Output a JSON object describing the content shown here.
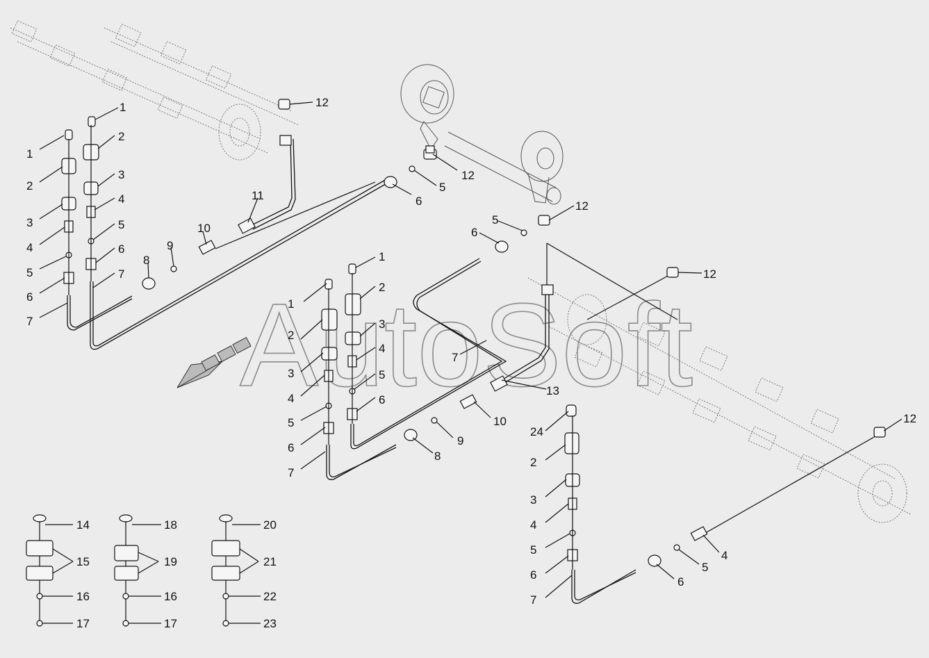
{
  "watermark": "AutoSoft",
  "callouts": [
    {
      "id": "c1",
      "text": "1"
    },
    {
      "id": "c2",
      "text": "2"
    },
    {
      "id": "c3",
      "text": "3"
    },
    {
      "id": "c4",
      "text": "4"
    },
    {
      "id": "c5",
      "text": "5"
    },
    {
      "id": "c6",
      "text": "6"
    },
    {
      "id": "c7",
      "text": "7"
    },
    {
      "id": "c8",
      "text": "1"
    },
    {
      "id": "c9",
      "text": "2"
    },
    {
      "id": "c10",
      "text": "3"
    },
    {
      "id": "c11",
      "text": "4"
    },
    {
      "id": "c12",
      "text": "5"
    },
    {
      "id": "c13",
      "text": "6"
    },
    {
      "id": "c14",
      "text": "7"
    },
    {
      "id": "c15",
      "text": "8"
    },
    {
      "id": "c16",
      "text": "9"
    },
    {
      "id": "c17",
      "text": "10"
    },
    {
      "id": "c18",
      "text": "11"
    },
    {
      "id": "c19",
      "text": "12"
    },
    {
      "id": "c20",
      "text": "6"
    },
    {
      "id": "c21",
      "text": "5"
    },
    {
      "id": "c22",
      "text": "12"
    },
    {
      "id": "c23",
      "text": "12"
    },
    {
      "id": "c24",
      "text": "5"
    },
    {
      "id": "c25",
      "text": "6"
    },
    {
      "id": "c26",
      "text": "12"
    },
    {
      "id": "c27",
      "text": "1"
    },
    {
      "id": "c28",
      "text": "2"
    },
    {
      "id": "c29",
      "text": "3"
    },
    {
      "id": "c30",
      "text": "4"
    },
    {
      "id": "c31",
      "text": "5"
    },
    {
      "id": "c32",
      "text": "6"
    },
    {
      "id": "c33",
      "text": "7"
    },
    {
      "id": "c34",
      "text": "1"
    },
    {
      "id": "c35",
      "text": "2"
    },
    {
      "id": "c36",
      "text": "3"
    },
    {
      "id": "c37",
      "text": "4"
    },
    {
      "id": "c38",
      "text": "5"
    },
    {
      "id": "c39",
      "text": "6"
    },
    {
      "id": "c40",
      "text": "7"
    },
    {
      "id": "c41",
      "text": "13"
    },
    {
      "id": "c42",
      "text": "10"
    },
    {
      "id": "c43",
      "text": "9"
    },
    {
      "id": "c44",
      "text": "8"
    },
    {
      "id": "c45",
      "text": "24"
    },
    {
      "id": "c46",
      "text": "2"
    },
    {
      "id": "c47",
      "text": "3"
    },
    {
      "id": "c48",
      "text": "4"
    },
    {
      "id": "c49",
      "text": "5"
    },
    {
      "id": "c50",
      "text": "6"
    },
    {
      "id": "c51",
      "text": "7"
    },
    {
      "id": "c52",
      "text": "6"
    },
    {
      "id": "c53",
      "text": "5"
    },
    {
      "id": "c54",
      "text": "4"
    },
    {
      "id": "c55",
      "text": "12"
    },
    {
      "id": "c56",
      "text": "14"
    },
    {
      "id": "c57",
      "text": "15"
    },
    {
      "id": "c58",
      "text": "16"
    },
    {
      "id": "c59",
      "text": "17"
    },
    {
      "id": "c60",
      "text": "18"
    },
    {
      "id": "c61",
      "text": "19"
    },
    {
      "id": "c62",
      "text": "16"
    },
    {
      "id": "c63",
      "text": "17"
    },
    {
      "id": "c64",
      "text": "20"
    },
    {
      "id": "c65",
      "text": "21"
    },
    {
      "id": "c66",
      "text": "22"
    },
    {
      "id": "c67",
      "text": "23"
    }
  ]
}
